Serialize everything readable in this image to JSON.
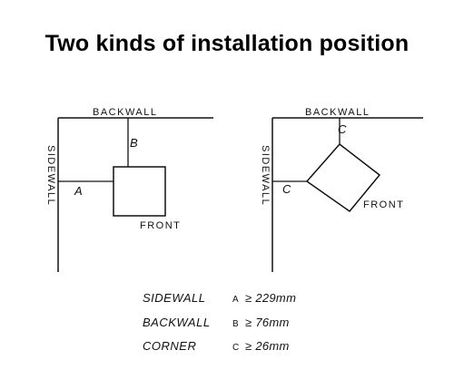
{
  "title": "Two kinds of installation position",
  "diagrams": [
    {
      "backwall_label": "BACKWALL",
      "sidewall_label": "SIDEWALL",
      "front_label": "FRONT",
      "markers": [
        "A",
        "B"
      ]
    },
    {
      "backwall_label": "BACKWALL",
      "sidewall_label": "SIDEWALL",
      "front_label": "FRONT",
      "markers": [
        "C",
        "C"
      ]
    }
  ],
  "specs": [
    {
      "name": "SIDEWALL",
      "symbol": "A",
      "value": "≥ 229mm"
    },
    {
      "name": "BACKWALL",
      "symbol": "B",
      "value": "≥ 76mm"
    },
    {
      "name": "CORNER",
      "symbol": "C",
      "value": "≥ 26mm"
    }
  ]
}
